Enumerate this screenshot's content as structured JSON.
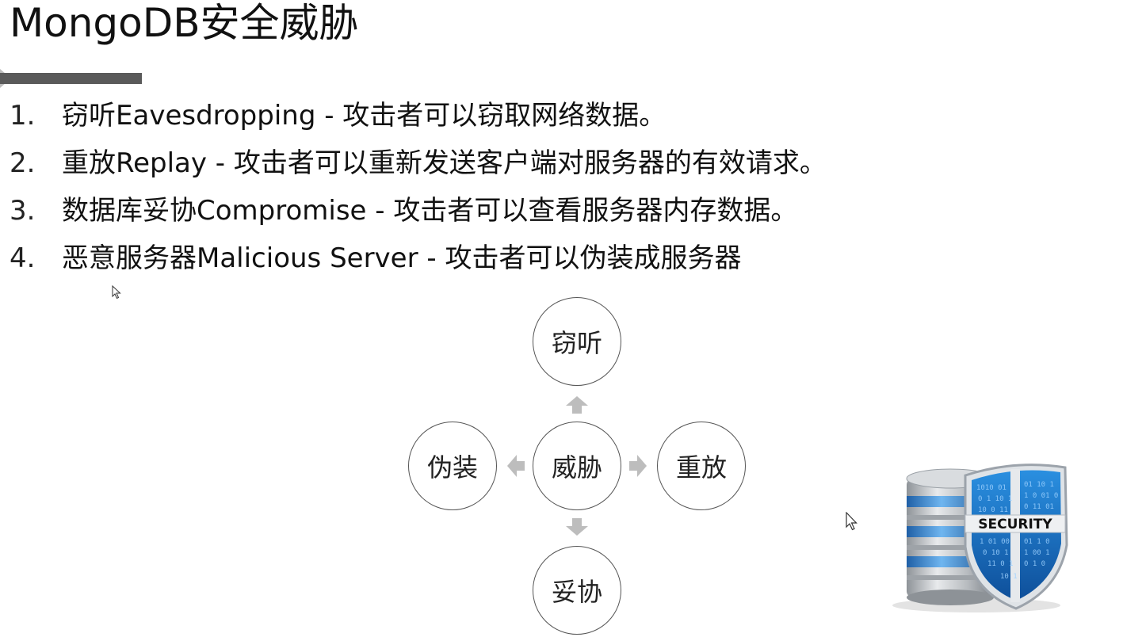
{
  "title": "MongoDB安全威胁",
  "threats": [
    {
      "num": "1.",
      "text": "窃听Eavesdropping - 攻击者可以窃取网络数据。"
    },
    {
      "num": "2.",
      "text": "重放Replay - 攻击者可以重新发送客户端对服务器的有效请求。"
    },
    {
      "num": "3.",
      "text": "数据库妥协Compromise - 攻击者可以查看服务器内存数据。"
    },
    {
      "num": "4.",
      "text": "恶意服务器Malicious Server  - 攻击者可以伪装成服务器"
    }
  ],
  "diagram": {
    "center": "威胁",
    "top": "窃听",
    "right": "重放",
    "bottom": "妥协",
    "left": "伪装"
  },
  "security_badge": "SECURITY",
  "colors": {
    "title_bar": "#5a5a5a",
    "circle_border": "#555555",
    "arrow": "#bdbdbd",
    "db_blue": "#3a8fd8",
    "db_silver": "#c9ccd0"
  },
  "icons": [
    "mouse-cursor-icon",
    "database-icon",
    "security-shield-icon"
  ]
}
